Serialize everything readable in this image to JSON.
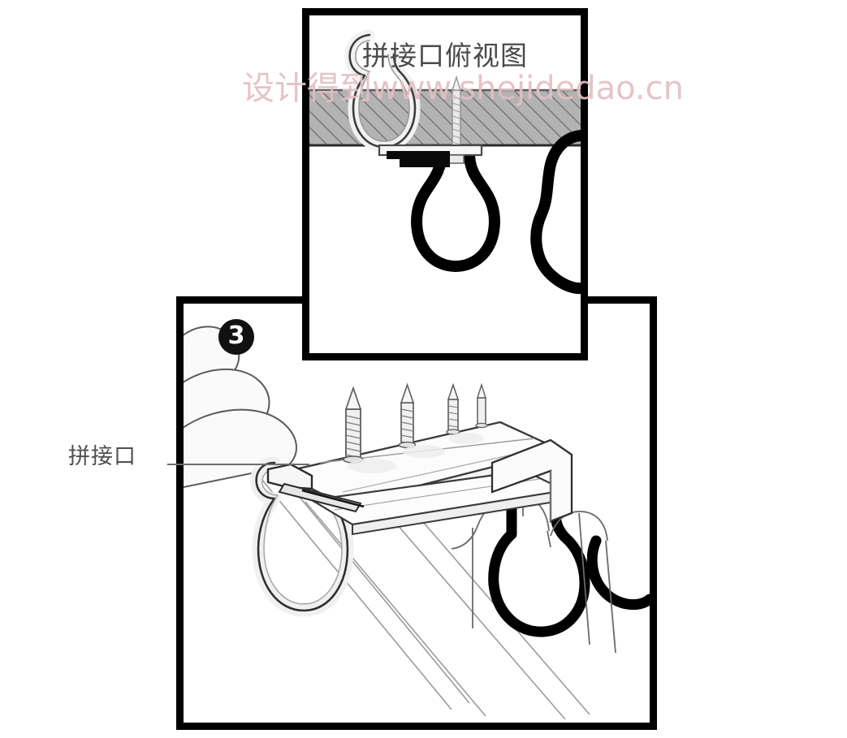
{
  "illustration": {
    "kind": "technical-assembly-diagram",
    "subject": "metal roof panel splice joint installation"
  },
  "watermark": {
    "text": "设计得到www.shejidedao.cn",
    "color": "#e3bfc2"
  },
  "top_panel": {
    "title": "拼接口俯视图",
    "title_color": "#4a4a4a",
    "border_color": "#000000",
    "substrate": {
      "name": "hatched-substrate-band",
      "fill": "#b3b3b3",
      "hatch_color": "#6f6f6f"
    },
    "fastener": {
      "name": "screw",
      "count": 1
    },
    "profiles": [
      {
        "name": "foreground-clip-profile",
        "stroke": "#3a3a3a",
        "fill": "#ededed"
      },
      {
        "name": "background-panel-profile",
        "stroke": "#000000",
        "width": 14
      }
    ]
  },
  "main_panel": {
    "step_number": "3",
    "step_badge_color": "#111111",
    "callout": {
      "label": "拼接口",
      "color": "#4f4f4f",
      "leader_color": "#6d6d6d"
    },
    "border_color": "#000000",
    "fasteners": {
      "name": "screws",
      "count": 4,
      "labels": [
        "screw-1",
        "screw-2",
        "screw-3",
        "screw-4"
      ]
    },
    "parts": [
      {
        "name": "splice-plate",
        "stroke": "#3c3c3c",
        "fill": "#fbfbfb"
      },
      {
        "name": "standing-seam-panel-left",
        "stroke": "#3a3a3a",
        "fill": "#f4f4f4"
      },
      {
        "name": "standing-seam-panel-right",
        "stroke": "#000000",
        "fill": "#ffffff"
      },
      {
        "name": "clip-hook-profile",
        "stroke": "#2b2b2b",
        "fill": "#efefef"
      }
    ]
  }
}
